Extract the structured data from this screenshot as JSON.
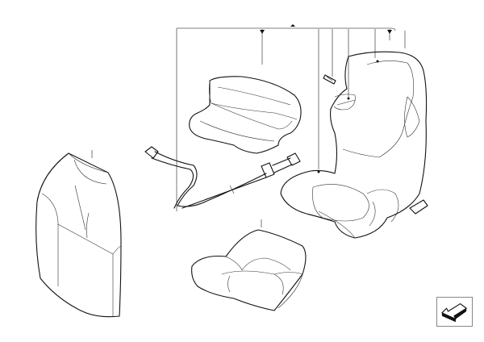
{
  "diagram": {
    "type": "exploded parts illustration",
    "subject": "child booster seat",
    "background": "#ffffff",
    "line_color": "#111111",
    "parts": [
      {
        "id": "backrest-cover",
        "label": "Backrest cover"
      },
      {
        "id": "headrest-cushion",
        "label": "Booster cushion / headrest pad"
      },
      {
        "id": "belt-strap",
        "label": "Belt strap with buckles"
      },
      {
        "id": "mounting-pin",
        "label": "Mounting pin"
      },
      {
        "id": "child-seat-assembly",
        "label": "Child seat assembly"
      },
      {
        "id": "seat-cushion-cover",
        "label": "Seat cushion cover"
      }
    ],
    "leader_lines": 9
  },
  "navigation": {
    "back_icon": "arrow-down-left-icon",
    "back_label": "Previous"
  }
}
